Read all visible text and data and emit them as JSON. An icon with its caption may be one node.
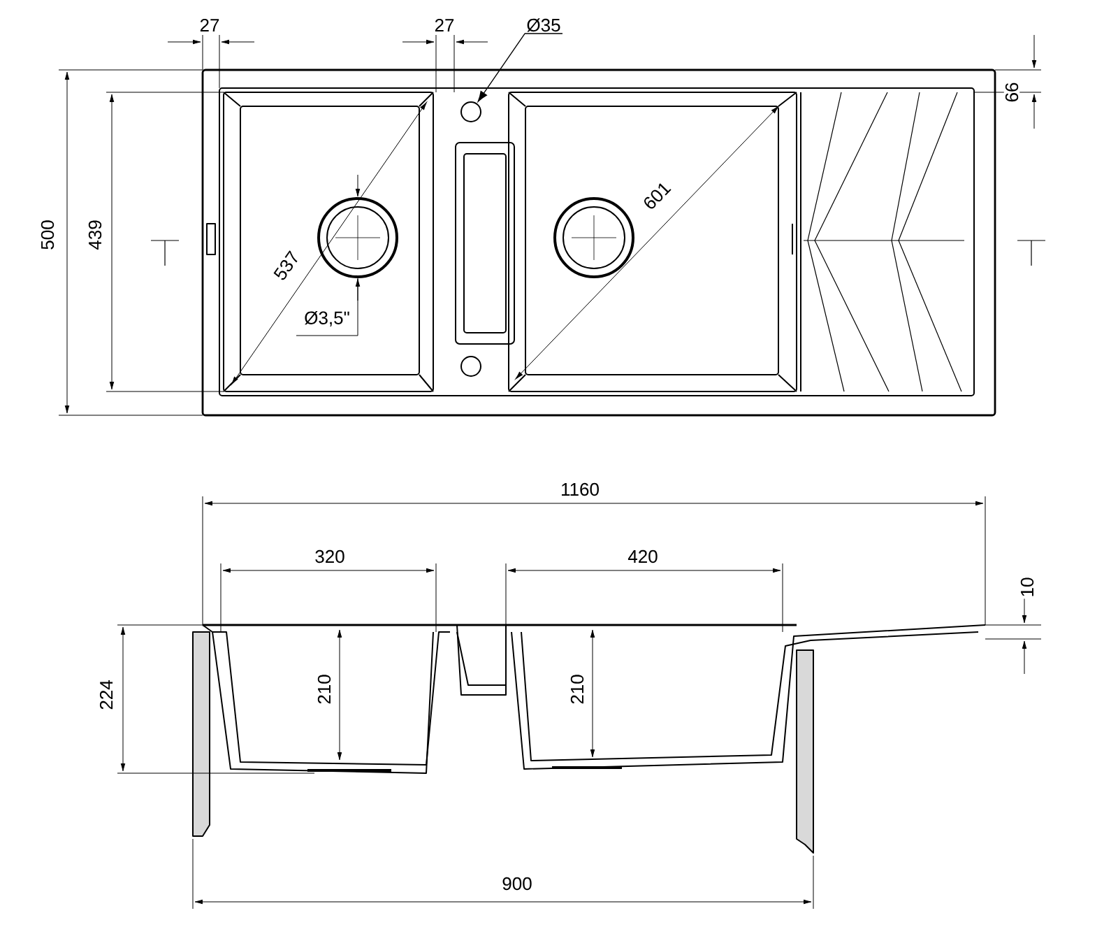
{
  "diagram": {
    "nodes": [
      {
        "text": [
          "Ø35"
        ]
      },
      {
        "text": [],
        "shape": "circle"
      }
    ],
    "edges": [
      {
        "from": 0,
        "to": 1,
        "arrow": "to"
      }
    ],
    "labels": [
      "27",
      "27",
      "66",
      "500",
      "439",
      "601",
      "537",
      "Ø3,5\"",
      "1160",
      "320",
      "420",
      "10",
      "224",
      "210",
      "210",
      "900"
    ]
  }
}
